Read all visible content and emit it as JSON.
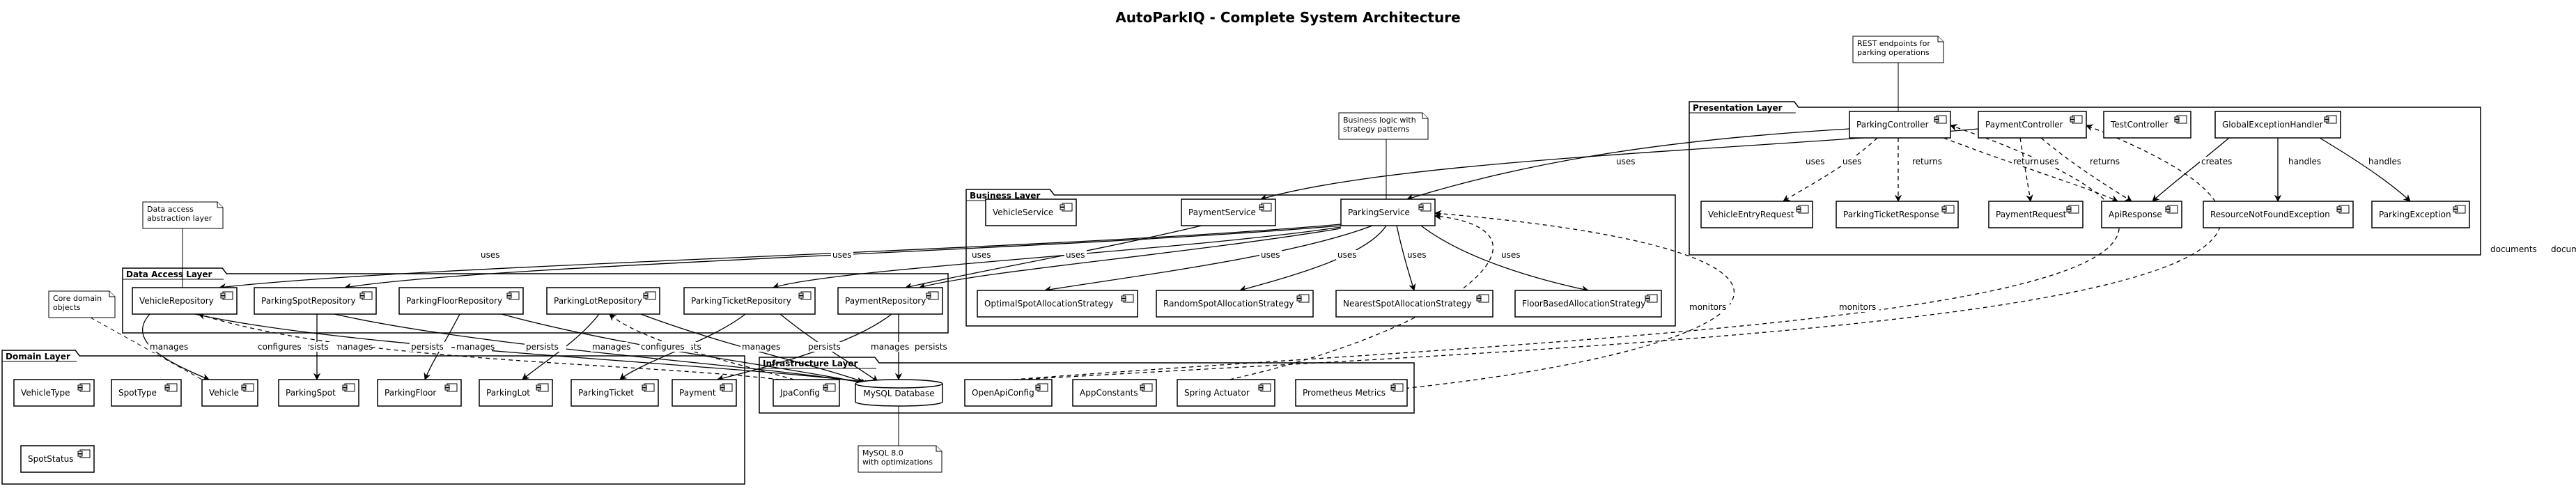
{
  "title": "AutoParkIQ - Complete System Architecture",
  "packages": [
    {
      "id": "presentation",
      "label": "Presentation Layer"
    },
    {
      "id": "business",
      "label": "Business Layer"
    },
    {
      "id": "dataaccess",
      "label": "Data Access Layer"
    },
    {
      "id": "domain",
      "label": "Domain Layer"
    },
    {
      "id": "infrastructure",
      "label": "Infrastructure Layer"
    }
  ],
  "components": [
    {
      "id": "ParkingController",
      "label": "ParkingController",
      "package": "presentation"
    },
    {
      "id": "PaymentController",
      "label": "PaymentController",
      "package": "presentation"
    },
    {
      "id": "TestController",
      "label": "TestController",
      "package": "presentation"
    },
    {
      "id": "GlobalExceptionHandler",
      "label": "GlobalExceptionHandler",
      "package": "presentation"
    },
    {
      "id": "VehicleEntryRequest",
      "label": "VehicleEntryRequest",
      "package": "presentation"
    },
    {
      "id": "ParkingTicketResponse",
      "label": "ParkingTicketResponse",
      "package": "presentation"
    },
    {
      "id": "PaymentRequest",
      "label": "PaymentRequest",
      "package": "presentation"
    },
    {
      "id": "ApiResponse",
      "label": "ApiResponse",
      "package": "presentation"
    },
    {
      "id": "ResourceNotFoundException",
      "label": "ResourceNotFoundException",
      "package": "presentation"
    },
    {
      "id": "ParkingException",
      "label": "ParkingException",
      "package": "presentation"
    },
    {
      "id": "VehicleService",
      "label": "VehicleService",
      "package": "business"
    },
    {
      "id": "PaymentService",
      "label": "PaymentService",
      "package": "business"
    },
    {
      "id": "ParkingService",
      "label": "ParkingService",
      "package": "business"
    },
    {
      "id": "OptimalSpotAllocationStrategy",
      "label": "OptimalSpotAllocationStrategy",
      "package": "business"
    },
    {
      "id": "RandomSpotAllocationStrategy",
      "label": "RandomSpotAllocationStrategy",
      "package": "business"
    },
    {
      "id": "NearestSpotAllocationStrategy",
      "label": "NearestSpotAllocationStrategy",
      "package": "business"
    },
    {
      "id": "FloorBasedAllocationStrategy",
      "label": "FloorBasedAllocationStrategy",
      "package": "business"
    },
    {
      "id": "VehicleRepository",
      "label": "VehicleRepository",
      "package": "dataaccess"
    },
    {
      "id": "ParkingSpotRepository",
      "label": "ParkingSpotRepository",
      "package": "dataaccess"
    },
    {
      "id": "ParkingFloorRepository",
      "label": "ParkingFloorRepository",
      "package": "dataaccess"
    },
    {
      "id": "ParkingLotRepository",
      "label": "ParkingLotRepository",
      "package": "dataaccess"
    },
    {
      "id": "ParkingTicketRepository",
      "label": "ParkingTicketRepository",
      "package": "dataaccess"
    },
    {
      "id": "PaymentRepository",
      "label": "PaymentRepository",
      "package": "dataaccess"
    },
    {
      "id": "VehicleType",
      "label": "VehicleType",
      "package": "domain"
    },
    {
      "id": "SpotType",
      "label": "SpotType",
      "package": "domain"
    },
    {
      "id": "Vehicle",
      "label": "Vehicle",
      "package": "domain"
    },
    {
      "id": "ParkingSpot",
      "label": "ParkingSpot",
      "package": "domain"
    },
    {
      "id": "ParkingFloor",
      "label": "ParkingFloor",
      "package": "domain"
    },
    {
      "id": "ParkingLot",
      "label": "ParkingLot",
      "package": "domain"
    },
    {
      "id": "ParkingTicket",
      "label": "ParkingTicket",
      "package": "domain"
    },
    {
      "id": "Payment",
      "label": "Payment",
      "package": "domain"
    },
    {
      "id": "SpotStatus",
      "label": "SpotStatus",
      "package": "domain"
    },
    {
      "id": "JpaConfig",
      "label": "JpaConfig",
      "package": "infrastructure"
    },
    {
      "id": "MySQL",
      "label": "MySQL Database",
      "package": "infrastructure"
    },
    {
      "id": "OpenApiConfig",
      "label": "OpenApiConfig",
      "package": "infrastructure"
    },
    {
      "id": "AppConstants",
      "label": "AppConstants",
      "package": "infrastructure"
    },
    {
      "id": "SpringActuator",
      "label": "Spring Actuator",
      "package": "infrastructure"
    },
    {
      "id": "Prometheus",
      "label": "Prometheus Metrics",
      "package": "infrastructure"
    }
  ],
  "notes": [
    {
      "id": "note-rest",
      "lines": [
        "REST endpoints for",
        "parking operations"
      ]
    },
    {
      "id": "note-business",
      "lines": [
        "Business logic with",
        "strategy patterns"
      ]
    },
    {
      "id": "note-data",
      "lines": [
        "Data access",
        "abstraction layer"
      ]
    },
    {
      "id": "note-domain",
      "lines": [
        "Core domain",
        "objects"
      ]
    },
    {
      "id": "note-mysql",
      "lines": [
        "MySQL 8.0",
        "with optimizations"
      ]
    }
  ],
  "edges": [
    {
      "from": "ParkingController",
      "to": "ParkingService",
      "label": "uses",
      "style": "solid"
    },
    {
      "from": "PaymentController",
      "to": "PaymentService",
      "label": "uses",
      "style": "solid"
    },
    {
      "from": "ParkingController",
      "to": "VehicleEntryRequest",
      "label": "uses",
      "style": "dashed"
    },
    {
      "from": "ParkingController",
      "to": "ParkingTicketResponse",
      "label": "returns",
      "style": "dashed"
    },
    {
      "from": "ParkingController",
      "to": "ApiResponse",
      "label": "returns",
      "style": "dashed"
    },
    {
      "from": "PaymentController",
      "to": "PaymentRequest",
      "label": "uses",
      "style": "dashed"
    },
    {
      "from": "PaymentController",
      "to": "ApiResponse",
      "label": "returns",
      "style": "dashed"
    },
    {
      "from": "GlobalExceptionHandler",
      "to": "ApiResponse",
      "label": "creates",
      "style": "solid"
    },
    {
      "from": "GlobalExceptionHandler",
      "to": "ResourceNotFoundException",
      "label": "handles",
      "style": "solid"
    },
    {
      "from": "GlobalExceptionHandler",
      "to": "ParkingException",
      "label": "handles",
      "style": "solid"
    },
    {
      "from": "ParkingService",
      "to": "VehicleRepository",
      "label": "uses",
      "style": "solid"
    },
    {
      "from": "ParkingService",
      "to": "ParkingSpotRepository",
      "label": "uses",
      "style": "solid"
    },
    {
      "from": "ParkingService",
      "to": "ParkingTicketRepository",
      "label": "uses",
      "style": "solid"
    },
    {
      "from": "ParkingService",
      "to": "PaymentRepository",
      "label": "uses",
      "style": "solid"
    },
    {
      "from": "PaymentService",
      "to": "PaymentRepository",
      "label": "uses",
      "style": "solid"
    },
    {
      "from": "ParkingService",
      "to": "OptimalSpotAllocationStrategy",
      "label": "uses",
      "style": "solid"
    },
    {
      "from": "ParkingService",
      "to": "RandomSpotAllocationStrategy",
      "label": "uses",
      "style": "solid"
    },
    {
      "from": "ParkingService",
      "to": "NearestSpotAllocationStrategy",
      "label": "uses",
      "style": "solid"
    },
    {
      "from": "ParkingService",
      "to": "FloorBasedAllocationStrategy",
      "label": "uses",
      "style": "solid"
    },
    {
      "from": "VehicleRepository",
      "to": "Vehicle",
      "label": "manages",
      "style": "solid"
    },
    {
      "from": "ParkingSpotRepository",
      "to": "ParkingSpot",
      "label": "manages",
      "style": "solid"
    },
    {
      "from": "ParkingFloorRepository",
      "to": "ParkingFloor",
      "label": "manages",
      "style": "solid"
    },
    {
      "from": "ParkingLotRepository",
      "to": "ParkingLot",
      "label": "manages",
      "style": "solid"
    },
    {
      "from": "ParkingTicketRepository",
      "to": "ParkingTicket",
      "label": "manages",
      "style": "solid"
    },
    {
      "from": "PaymentRepository",
      "to": "Payment",
      "label": "manages",
      "style": "solid"
    },
    {
      "from": "VehicleRepository",
      "to": "MySQL",
      "label": "persists",
      "style": "solid"
    },
    {
      "from": "ParkingSpotRepository",
      "to": "MySQL",
      "label": "persists",
      "style": "solid"
    },
    {
      "from": "ParkingFloorRepository",
      "to": "MySQL",
      "label": "persists",
      "style": "solid"
    },
    {
      "from": "ParkingLotRepository",
      "to": "MySQL",
      "label": "persists",
      "style": "solid"
    },
    {
      "from": "ParkingTicketRepository",
      "to": "MySQL",
      "label": "persists",
      "style": "solid"
    },
    {
      "from": "PaymentRepository",
      "to": "MySQL",
      "label": "persists",
      "style": "solid"
    },
    {
      "from": "JpaConfig",
      "to": "VehicleRepository",
      "label": "configures",
      "style": "dashed"
    },
    {
      "from": "JpaConfig",
      "to": "ParkingLotRepository",
      "label": "configures",
      "style": "dashed"
    },
    {
      "from": "SpringActuator",
      "to": "ParkingService",
      "label": "monitors",
      "style": "dashed"
    },
    {
      "from": "Prometheus",
      "to": "ParkingService",
      "label": "monitors",
      "style": "dashed"
    },
    {
      "from": "OpenApiConfig",
      "to": "ParkingController",
      "label": "documents",
      "style": "dashed"
    },
    {
      "from": "OpenApiConfig",
      "to": "PaymentController",
      "label": "documents",
      "style": "dashed"
    }
  ]
}
